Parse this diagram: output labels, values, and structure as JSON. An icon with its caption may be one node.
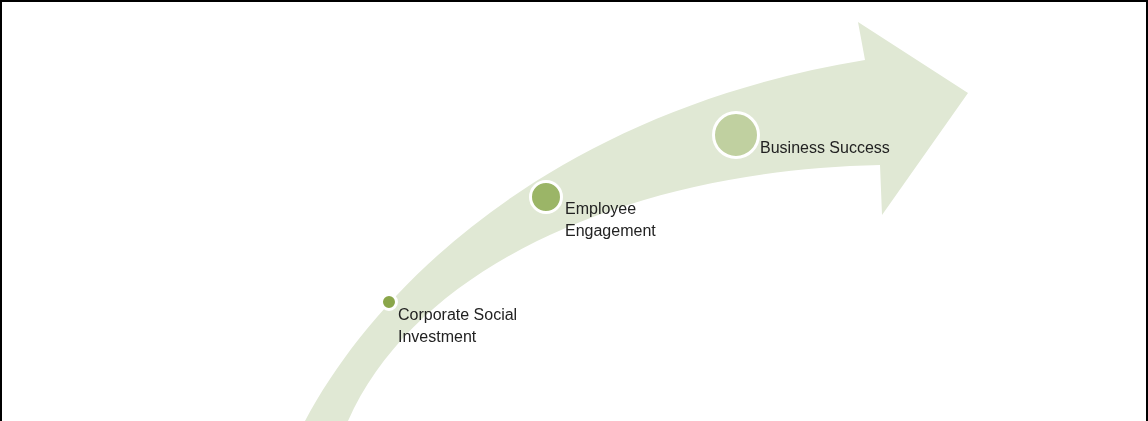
{
  "diagram": {
    "nodes": [
      {
        "text": [
          "Corporate Social Investment"
        ]
      },
      {
        "text": [
          "Employee Engagement"
        ]
      },
      {
        "text": [
          "Business Success"
        ]
      }
    ]
  }
}
